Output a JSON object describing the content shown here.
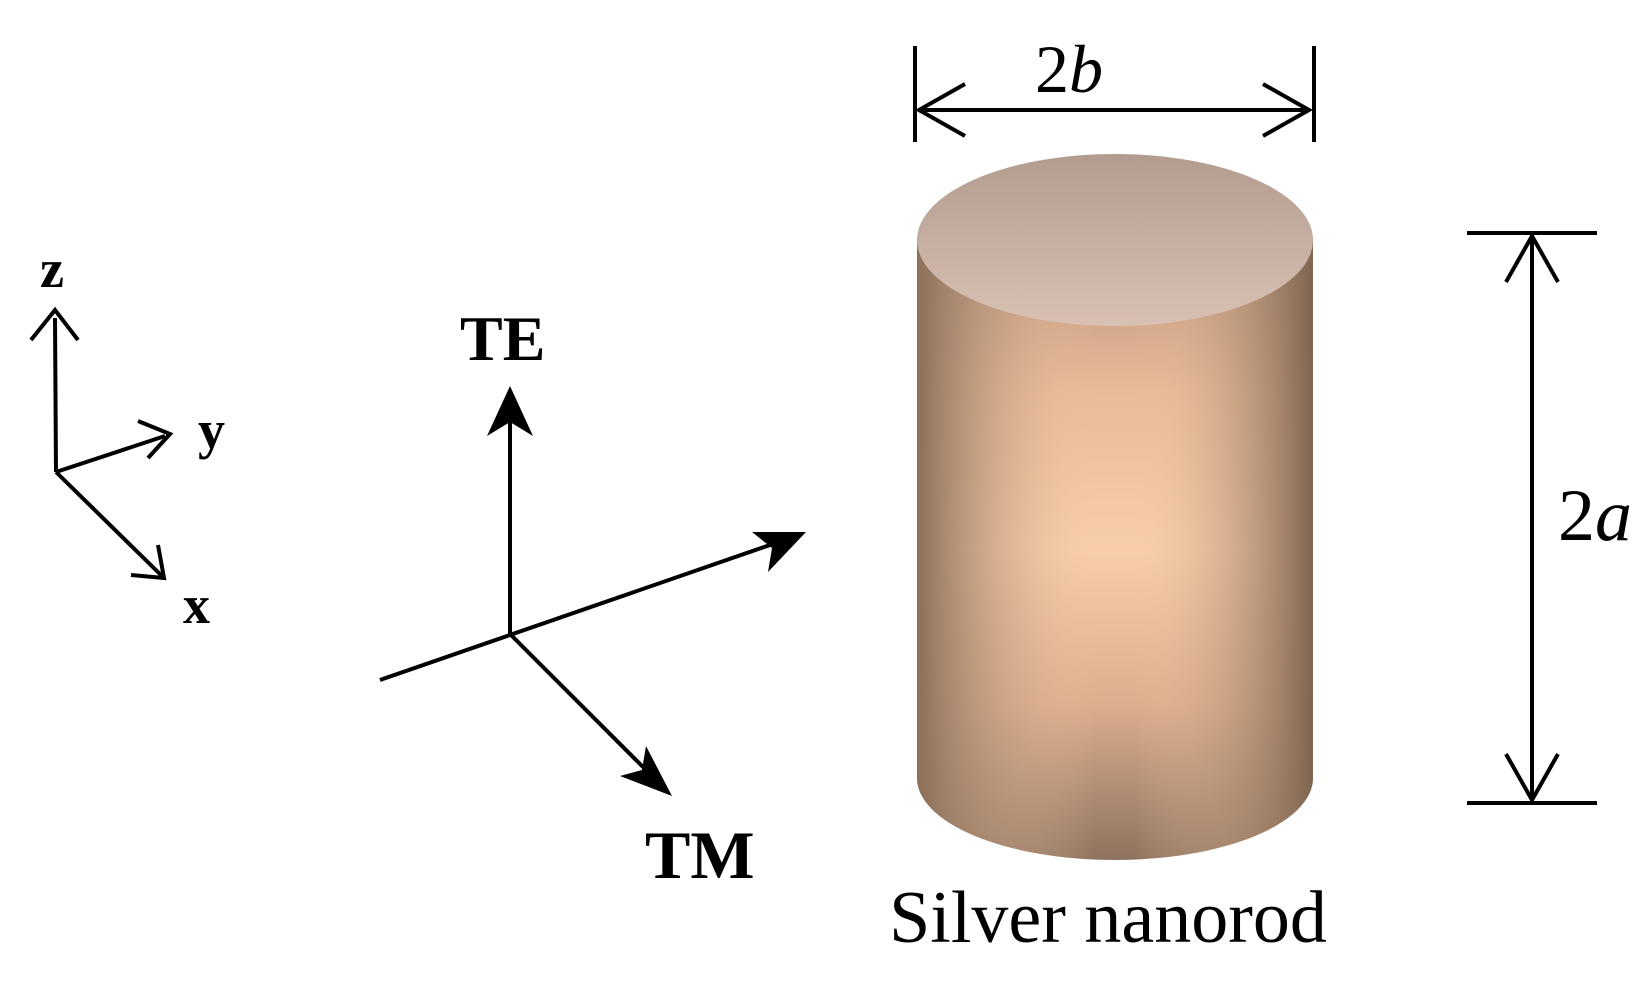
{
  "axes": {
    "z_label": "z",
    "y_label": "y",
    "x_label": "x"
  },
  "polarization": {
    "te_label": "TE",
    "tm_label": "TM"
  },
  "nanorod": {
    "width_label_num": "2",
    "width_label_var": "b",
    "length_label_num": "2",
    "length_label_var": "a",
    "caption": "Silver nanorod"
  },
  "colors": {
    "rod_highlight": "#f7cba6",
    "rod_shadow": "#7f6550",
    "rod_top": "#b9a397",
    "line": "#000000"
  }
}
